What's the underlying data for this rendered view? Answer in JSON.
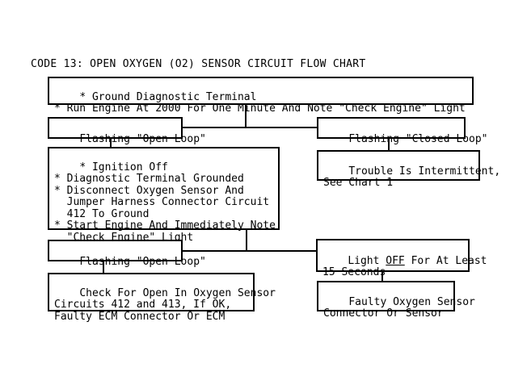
{
  "page": {
    "title": "CODE 13: OPEN OXYGEN (O2) SENSOR CIRCUIT FLOW CHART"
  },
  "colors": {
    "background": "#ffffff",
    "line": "#000000",
    "text": "#000000"
  },
  "flowchart": {
    "step1": {
      "text": "* Ground Diagnostic Terminal\n* Run Engine At 2000 For One Minute And Note \"Check Engine\" Light"
    },
    "open_loop_1": {
      "text": "Flashing \"Open Loop\""
    },
    "closed_loop": {
      "text": "Flashing \"Closed Loop\""
    },
    "intermittent": {
      "text": "Trouble Is Intermittent,\nSee Chart 1"
    },
    "step2": {
      "text": "* Ignition Off\n* Diagnostic Terminal Grounded\n* Disconnect Oxygen Sensor And\n  Jumper Harness Connector Circuit\n  412 To Ground\n* Start Engine And Immediately Note\n  \"Check Engine\" Light"
    },
    "open_loop_2": {
      "text": "Flashing \"Open Loop\""
    },
    "check_open": {
      "text": "Check For Open In Oxygen Sensor\nCircuits 412 and 413, If OK,\nFaulty ECM Connector Or ECM"
    },
    "light_off": {
      "line1_pre": "Light ",
      "line1_underline": "OFF",
      "line1_post": " For At Least",
      "line2": "15 Seconds"
    },
    "faulty_sensor": {
      "text": "Faulty Oxygen Sensor\nConnector Or Sensor"
    }
  }
}
